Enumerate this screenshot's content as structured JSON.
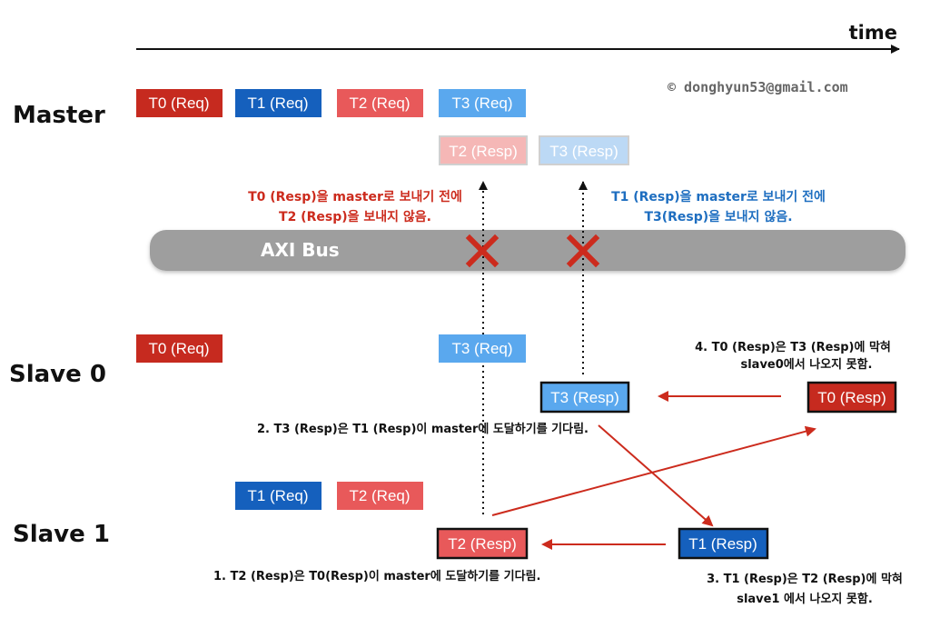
{
  "time_label": "time",
  "copyright": "© donghyun53@gmail.com",
  "rows": {
    "master": "Master",
    "slave0": "Slave 0",
    "slave1": "Slave 1"
  },
  "bus_label": "AXI Bus",
  "boxes": {
    "m_t0_req": "T0 (Req)",
    "m_t1_req": "T1 (Req)",
    "m_t2_req": "T2 (Req)",
    "m_t3_req": "T3 (Req)",
    "m_t2_resp": "T2 (Resp)",
    "m_t3_resp": "T3 (Resp)",
    "s0_t0_req": "T0 (Req)",
    "s0_t3_req": "T3 (Req)",
    "s0_t3_resp": "T3 (Resp)",
    "s0_t0_resp": "T0 (Resp)",
    "s1_t1_req": "T1 (Req)",
    "s1_t2_req": "T2 (Req)",
    "s1_t2_resp": "T2 (Resp)",
    "s1_t1_resp": "T1 (Resp)"
  },
  "notes": {
    "red_line1": "T0 (Resp)을 master로 보내기 전에",
    "red_line2": "T2 (Resp)을 보내지 않음.",
    "blue_line1": "T1 (Resp)을 master로 보내기 전에",
    "blue_line2": "T3(Resp)을 보내지 않음.",
    "n1": "1. T2 (Resp)은 T0(Resp)이 master에 도달하기를 기다림.",
    "n2": "2. T3 (Resp)은 T1 (Resp)이 master에 도달하기를 기다림.",
    "n3_line1": "3. T1 (Resp)은 T2 (Resp)에 막혀",
    "n3_line2": "slave1 에서 나오지 못함.",
    "n4_line1": "4. T0 (Resp)은 T3 (Resp)에 막혀",
    "n4_line2": "slave0에서 나오지 못함."
  },
  "colors": {
    "t0": "#c62a1f",
    "t1": "#1560bd",
    "t2": "#e8595a",
    "t3": "#5aa8ee",
    "t2_faded": "#f5b7b6",
    "t3_faded": "#bcd9f5",
    "bus": "#9e9e9e",
    "arrow": "#cc2b1d"
  }
}
